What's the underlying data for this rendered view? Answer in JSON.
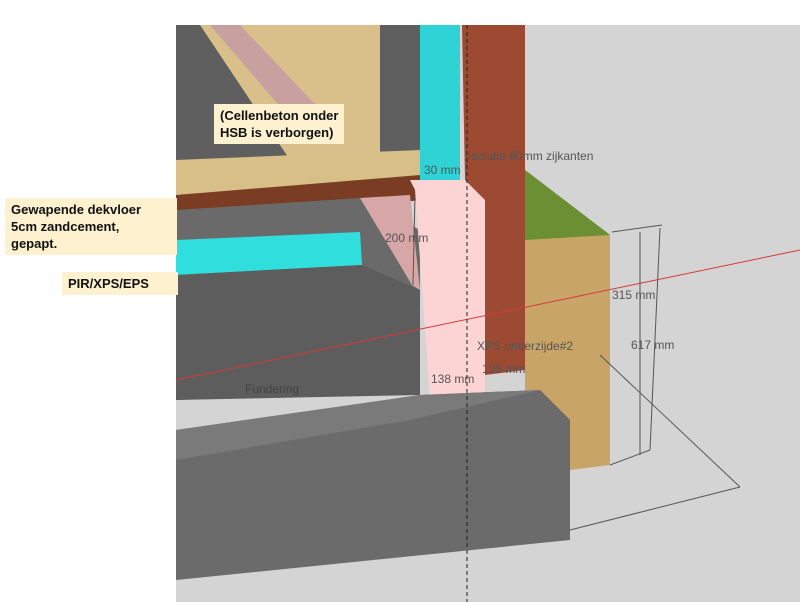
{
  "notes": {
    "cellenbeton": "(Cellenbeton onder\nHSB is verborgen)",
    "dekvloer": "Gewapende dekvloer\n5cm zandcement,\ngepapt.",
    "insulation": "PIR/XPS/EPS"
  },
  "labels": {
    "isolatie": "Isolatie 80mm zijkanten",
    "dim_30": "30 mm",
    "dim_200": "200 mm",
    "dim_315": "315 mm",
    "dim_617": "617 mm",
    "xps": "XPS onderzijde#2",
    "dim_105": "105 mm",
    "dim_138": "138 mm",
    "fundering": "Fundering"
  }
}
